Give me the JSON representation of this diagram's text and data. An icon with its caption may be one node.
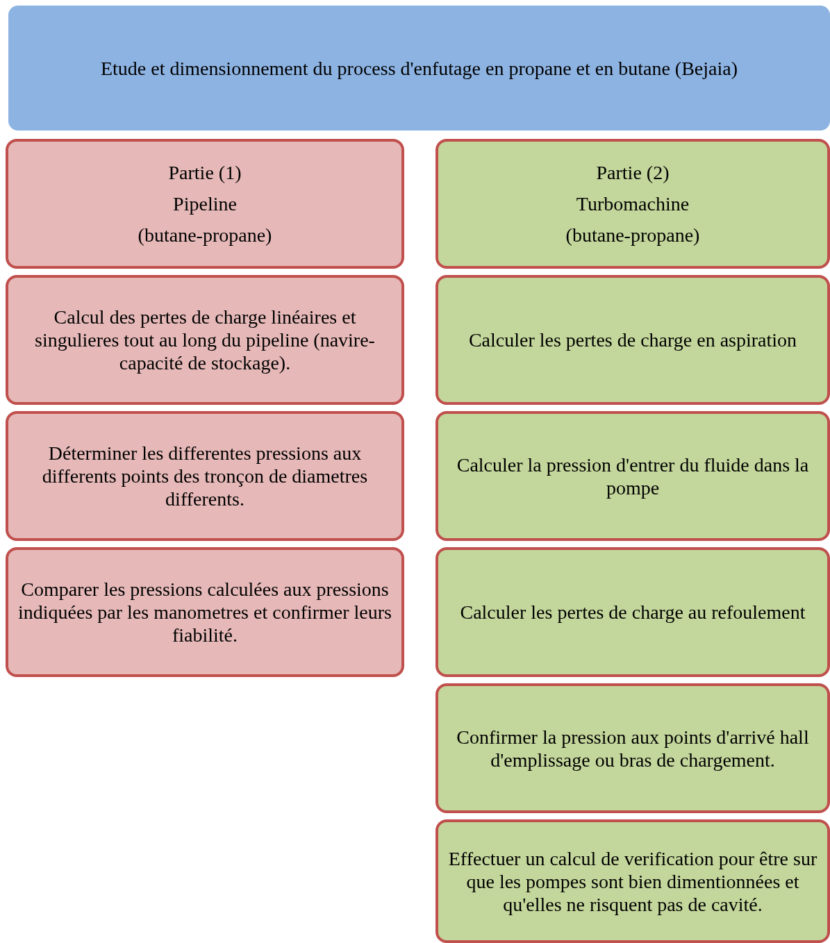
{
  "diagram": {
    "nodes": [
      {
        "text": [
          "Etude et dimensionnement du process d'enfutage en propane et en butane (Bejaia)"
        ]
      },
      {
        "text": [
          "Partie (1)",
          "Pipeline",
          "(butane-propane)"
        ]
      },
      {
        "text": [
          "Partie (2)",
          "Turbomachine",
          "(butane-propane)"
        ]
      },
      {
        "text": [
          "Calcul des pertes de charge linéaires et singulieres tout au long du pipeline (navire-capacité de stockage)."
        ]
      },
      {
        "text": [
          "Calculer les pertes de charge en aspiration"
        ]
      },
      {
        "text": [
          "Déterminer les differentes pressions aux differents points des tronçon de diametres differents."
        ]
      },
      {
        "text": [
          "Calculer la pression d'entrer du fluide dans la pompe"
        ]
      },
      {
        "text": [
          "Comparer les pressions calculées aux pressions indiquées  par les manometres et confirmer leurs fiabilité."
        ]
      },
      {
        "text": [
          "Calculer les pertes de charge au refoulement"
        ]
      },
      {
        "text": [
          "Confirmer la pression aux points d'arrivé hall d'emplissage ou bras de chargement."
        ]
      },
      {
        "text": [
          "Effectuer un calcul de verification pour être sur que les pompes sont bien dimentionnées et qu'elles ne risquent pas de cavité."
        ]
      }
    ]
  }
}
